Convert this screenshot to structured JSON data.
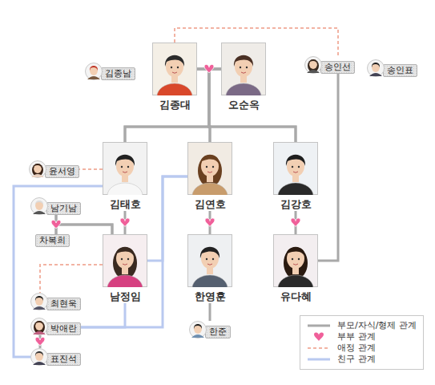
{
  "diagram": {
    "nodes": [
      {
        "text": [
          "김종남"
        ]
      },
      {
        "text": [
          "김종대"
        ]
      },
      {
        "text": [
          "오순옥"
        ]
      },
      {
        "text": [
          "송인선"
        ]
      },
      {
        "text": [
          "송인표"
        ]
      },
      {
        "text": [
          "윤서영"
        ]
      },
      {
        "text": [
          "김태호"
        ]
      },
      {
        "text": [
          "김연호"
        ]
      },
      {
        "text": [
          "김강호"
        ]
      },
      {
        "text": [
          "남기남"
        ]
      },
      {
        "text": [
          "차복희"
        ]
      },
      {
        "text": [
          "남정임"
        ]
      },
      {
        "text": [
          "한영훈"
        ]
      },
      {
        "text": [
          "유다혜"
        ]
      },
      {
        "text": [
          "최현욱"
        ]
      },
      {
        "text": [
          "박애란"
        ]
      },
      {
        "text": [
          "표진석"
        ]
      },
      {
        "text": [
          "한준"
        ]
      }
    ],
    "edges": [
      {
        "from": 1,
        "to": 2,
        "arrow": "none"
      },
      {
        "from": 1,
        "to": 3,
        "arrow": "none"
      },
      {
        "from": 1,
        "to": 6,
        "arrow": "none"
      },
      {
        "from": 1,
        "to": 7,
        "arrow": "none"
      },
      {
        "from": 1,
        "to": 8,
        "arrow": "none"
      },
      {
        "from": 2,
        "to": 6,
        "arrow": "none"
      },
      {
        "from": 2,
        "to": 7,
        "arrow": "none"
      },
      {
        "from": 2,
        "to": 8,
        "arrow": "none"
      },
      {
        "from": 3,
        "to": 13,
        "arrow": "none"
      },
      {
        "from": 6,
        "to": 5,
        "arrow": "none"
      },
      {
        "from": 6,
        "to": 11,
        "arrow": "none"
      },
      {
        "from": 7,
        "to": 12,
        "arrow": "none"
      },
      {
        "from": 8,
        "to": 13,
        "arrow": "none"
      },
      {
        "from": 12,
        "to": 17,
        "arrow": "none"
      },
      {
        "from": 9,
        "to": 10,
        "arrow": "none"
      },
      {
        "from": 9,
        "to": 11,
        "arrow": "none"
      },
      {
        "from": 10,
        "to": 11,
        "arrow": "none"
      },
      {
        "from": 6,
        "to": 16,
        "arrow": "none"
      },
      {
        "from": 11,
        "to": 14,
        "arrow": "none"
      },
      {
        "from": 11,
        "to": 15,
        "arrow": "none"
      },
      {
        "from": 7,
        "to": 11,
        "arrow": "none"
      },
      {
        "from": 7,
        "to": 15,
        "arrow": "none"
      },
      {
        "from": 15,
        "to": 16,
        "arrow": "none"
      }
    ],
    "legend": [
      {
        "text": "부모/자식/형제 관계"
      },
      {
        "text": "부부 관계"
      },
      {
        "text": "애정 관계"
      },
      {
        "text": "친구 관계"
      }
    ]
  }
}
